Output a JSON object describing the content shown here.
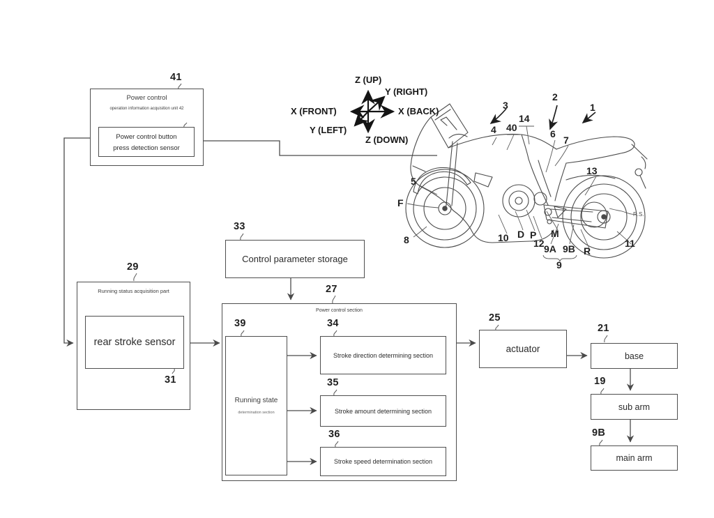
{
  "colors": {
    "line": "#4a4a4a",
    "text": "#2b2b2b",
    "background": "#ffffff"
  },
  "boxes": {
    "power_control": {
      "ref": "41",
      "title": "Power control",
      "subtitle": "operation information acquisition unit 42",
      "button_sensor_line1": "Power control button",
      "button_sensor_line2": "press detection sensor"
    },
    "running_status": {
      "ref": "29",
      "title": "Running status acquisition part",
      "sensor_ref": "31",
      "sensor_label": "rear stroke sensor"
    },
    "storage": {
      "ref": "33",
      "label": "Control parameter storage"
    },
    "power_control_section": {
      "ref": "27",
      "title": "Power control section"
    },
    "running_state": {
      "ref": "39",
      "label": "Running state",
      "sublabel": "determination section"
    },
    "stroke_direction": {
      "ref": "34",
      "label": "Stroke direction determining section"
    },
    "stroke_amount": {
      "ref": "35",
      "label": "Stroke amount determining section"
    },
    "stroke_speed": {
      "ref": "36",
      "label": "Stroke speed determination section"
    },
    "actuator": {
      "ref": "25",
      "label": "actuator"
    },
    "base": {
      "ref": "21",
      "label": "base"
    },
    "sub_arm": {
      "ref": "19",
      "label": "sub arm"
    },
    "main_arm": {
      "ref": "9B",
      "label": "main arm"
    }
  },
  "axes": {
    "z_up": "Z (UP)",
    "y_right": "Y (RIGHT)",
    "x_back": "X (BACK)",
    "x_front": "X (FRONT)",
    "y_left": "Y (LEFT)",
    "z_down": "Z (DOWN)"
  },
  "bike_labels": {
    "n1": "1",
    "n2": "2",
    "n3": "3",
    "n4": "4",
    "n5": "5",
    "n6": "6",
    "n7": "7",
    "n8": "8",
    "n9": "9",
    "n9a": "9A",
    "n9b": "9B",
    "n10": "10",
    "n11": "11",
    "n12": "12",
    "n13": "13",
    "n14": "14",
    "n40": "40",
    "d": "D",
    "p": "P",
    "m": "M",
    "r": "R",
    "f": "F",
    "rs": "R.S."
  }
}
